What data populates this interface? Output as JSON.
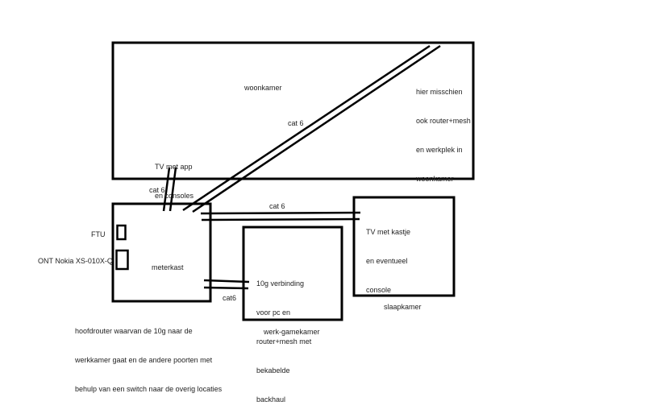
{
  "diagram": {
    "title": "Home network layout sketch",
    "line_color": "#000000",
    "background_color": "#ffffff",
    "rooms": [
      {
        "id": "woonkamer",
        "label": "woonkamer"
      },
      {
        "id": "meterkast",
        "label": "meterkast"
      },
      {
        "id": "werk-gamekamer",
        "label": "werk-gamekamer"
      },
      {
        "id": "slaapkamer",
        "label": "slaapkamer"
      }
    ],
    "devices": [
      {
        "id": "ftu",
        "label": "FTU",
        "room": "meterkast"
      },
      {
        "id": "ont",
        "label": "ONT Nokia XS-010X-Q",
        "room": "meterkast"
      }
    ],
    "cables": [
      {
        "id": "cable-woonkamer-tv",
        "label": "cat 6",
        "from": "meterkast",
        "to": "woonkamer"
      },
      {
        "id": "cable-woonkamer-diagonal",
        "label": "cat 6",
        "from": "meterkast",
        "to": "woonkamer"
      },
      {
        "id": "cable-slaapkamer",
        "label": "cat 6",
        "from": "meterkast",
        "to": "slaapkamer"
      },
      {
        "id": "cable-werkkamer",
        "label": "cat6",
        "from": "meterkast",
        "to": "werk-gamekamer"
      }
    ],
    "notes": {
      "woonkamer_tv": [
        "TV met app",
        "en consoles"
      ],
      "woonkamer_corner": [
        "hier misschien",
        "ook router+mesh",
        "en werkplek in",
        "woonkamer"
      ],
      "slaapkamer_tv": [
        "TV met kastje",
        "en eventueel",
        "console"
      ],
      "werkkamer": [
        "10g verbinding",
        "voor pc en",
        "router+mesh met",
        "bekabelde",
        "backhaul"
      ],
      "hoofdrouter": [
        "hoofdrouter waarvan de 10g naar de",
        "werkkamer gaat en de andere poorten met",
        "behulp van een switch naar de overig locaties"
      ]
    }
  }
}
